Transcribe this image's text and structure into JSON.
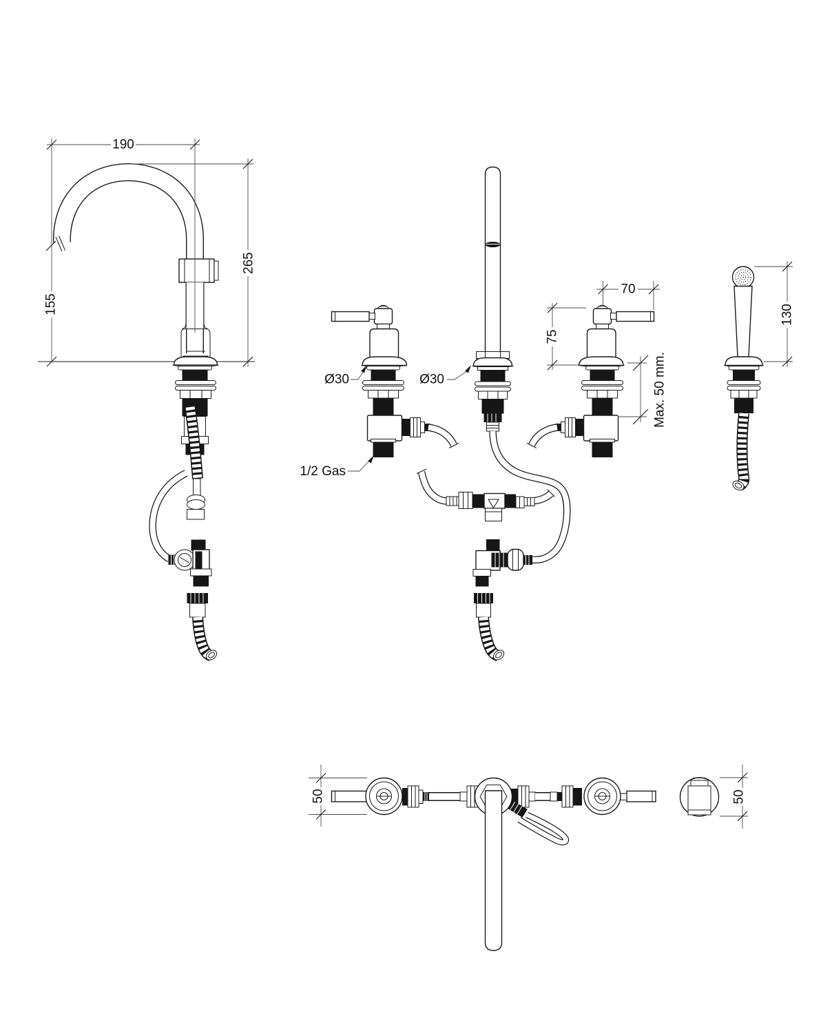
{
  "drawing": {
    "spout": {
      "reach": "190",
      "height": "265",
      "spout_height": "155"
    },
    "installation": {
      "hole_left": "Ø30",
      "hole_center": "Ø30",
      "thread": "1/2 Gas",
      "handle_length": "70",
      "handle_height": "75",
      "deck_thickness": "Max. 50 mm."
    },
    "handshower": {
      "height": "130"
    },
    "plan": {
      "rosette_left": "50",
      "rosette_right": "50"
    }
  }
}
